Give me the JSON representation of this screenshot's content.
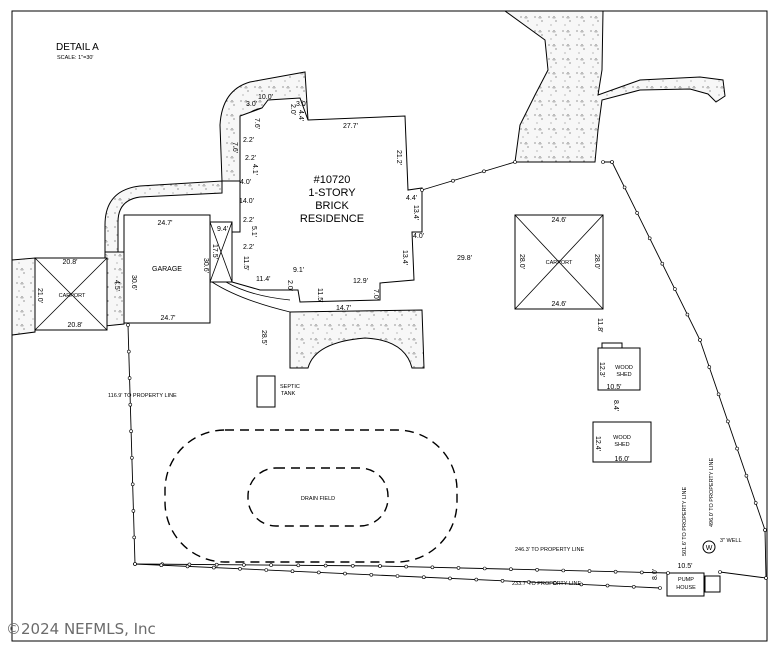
{
  "detail": {
    "title": "DETAIL A",
    "scale": "SCALE: 1\"=30'"
  },
  "residence": {
    "l1": "#10720",
    "l2": "1-STORY",
    "l3": "BRICK",
    "l4": "RESIDENCE"
  },
  "garage": {
    "label": "GARAGE",
    "top": "24.7'",
    "bottom": "24.7'",
    "left": "30.6'",
    "right": "30.6'"
  },
  "carport_left": {
    "label": "CARPORT",
    "top": "20.8'",
    "bottom": "20.8'",
    "side": "21.0'"
  },
  "carport_right": {
    "label": "CARPORT",
    "top": "24.6'",
    "bottom": "24.6'",
    "left": "28.0'",
    "right": "28.0'"
  },
  "wood_shed_1": {
    "label1": "WOOD",
    "label2": "SHED",
    "w": "10.5'",
    "h": "12.3'"
  },
  "wood_shed_2": {
    "label1": "WOOD",
    "label2": "SHED",
    "w": "16.0'",
    "h": "12.4'"
  },
  "septic": {
    "l1": "SEPTIC",
    "l2": "TANK"
  },
  "drain_field": {
    "label": "DRAIN FIELD"
  },
  "pump_house": {
    "l1": "PUMP",
    "l2": "HOUSE",
    "w": "10.5'",
    "h": "8.0'"
  },
  "well": {
    "symbol": "W",
    "label": "3\" WELL"
  },
  "property_lines": {
    "p1": "116.9' TO PROPERTY LINE",
    "p2": "246.3' TO PROPERTY LINE",
    "p3": "233.7' TO PROPERTY LINE",
    "p4": "501.6' TO PROPERTY LINE",
    "p5": "496.0' TO PROPERTY LINE"
  },
  "dimensions": {
    "d1": "10.0'",
    "d2": "3.0'",
    "d3": "3.0'",
    "d4": "2.0'",
    "d5": "4.4'",
    "d6": "7.6'",
    "d7": "2.2'",
    "d8": "7.6'",
    "d9": "2.2'",
    "d10": "4.1'",
    "d11": "4.0'",
    "d12": "14.0'",
    "d13": "2.2'",
    "d14": "9.4'",
    "d15": "5.1'",
    "d16": "2.2'",
    "d17": "17.5'",
    "d18": "11.5'",
    "d19": "11.4'",
    "d20": "9.1'",
    "d21": "2.0'",
    "d22": "11.5'",
    "d23": "14.7'",
    "d24": "7.0'",
    "d25": "12.9'",
    "d26": "13.4'",
    "d27": "4.0'",
    "d28": "13.4'",
    "d29": "4.4'",
    "d30": "21.2'",
    "d31": "27.7'",
    "d32": "29.8'",
    "d33": "4.5'",
    "d34": "28.5'",
    "d35": "11.8'",
    "d36": "8.4'"
  },
  "watermark": "©2024 NEFMLS, Inc"
}
